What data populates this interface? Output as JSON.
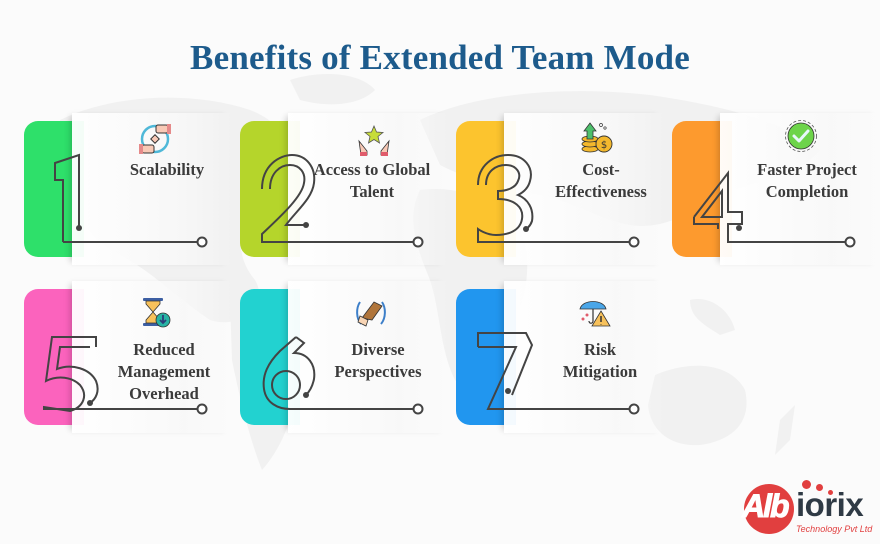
{
  "title": "Benefits of Extended Team Mode",
  "theme": {
    "title_color": "#1d5b8c",
    "label_color": "#3b3b3b",
    "line_color": "#444444"
  },
  "cards": [
    {
      "number": "1",
      "label_lines": [
        "Scalability"
      ],
      "color": "#2ee06a",
      "icon": "scalability-hands-icon"
    },
    {
      "number": "2",
      "label_lines": [
        "Access to Global",
        "Talent"
      ],
      "color": "#b5d52b",
      "icon": "star-hands-talent-icon"
    },
    {
      "number": "3",
      "label_lines": [
        "Cost-",
        "Effectiveness"
      ],
      "color": "#fcc42e",
      "icon": "coins-growth-icon"
    },
    {
      "number": "4",
      "label_lines": [
        "Faster Project",
        "Completion"
      ],
      "color": "#fd9a2e",
      "icon": "check-circle-icon"
    },
    {
      "number": "5",
      "label_lines": [
        "Reduced",
        "Management",
        "Overhead"
      ],
      "color": "#fb63bd",
      "icon": "hourglass-download-icon"
    },
    {
      "number": "6",
      "label_lines": [
        "Diverse",
        "Perspectives"
      ],
      "color": "#22d2d0",
      "icon": "handshake-icon"
    },
    {
      "number": "7",
      "label_lines": [
        "Risk",
        "Mitigation"
      ],
      "color": "#2196ef",
      "icon": "umbrella-warning-icon"
    }
  ],
  "logo": {
    "brand_part1": "Alb",
    "brand_part2": "iorix",
    "tagline": "Technology Pvt Ltd",
    "color": "#e13f3f"
  }
}
